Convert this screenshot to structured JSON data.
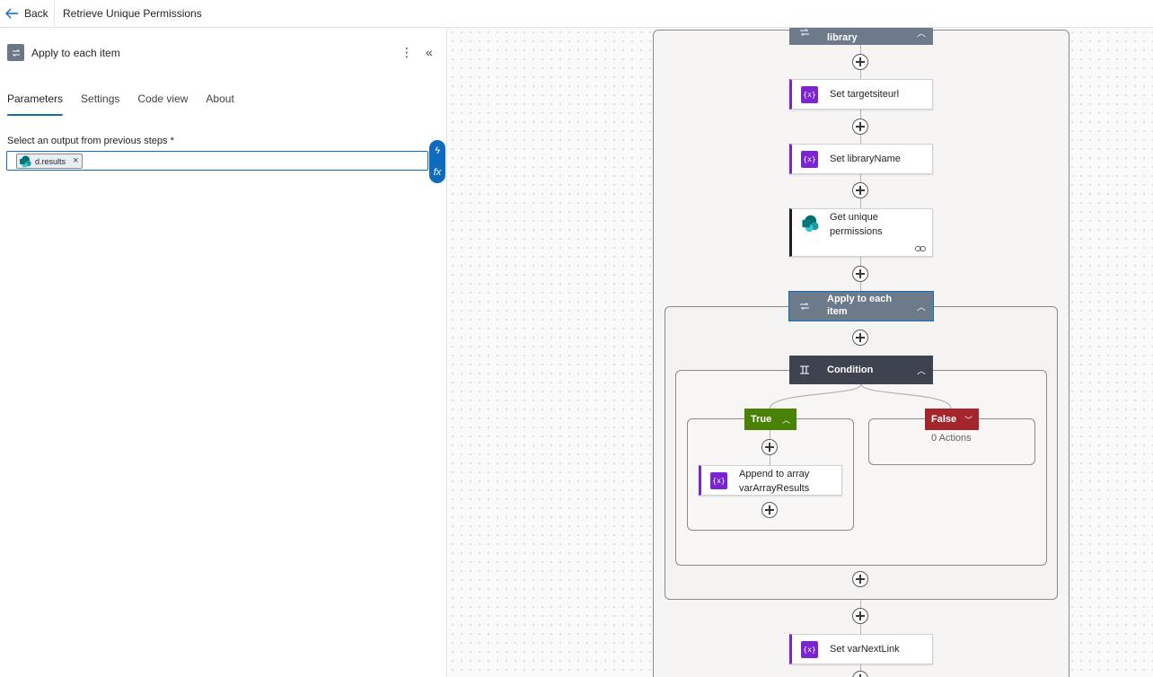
{
  "header": {
    "back_label": "Back",
    "flow_title": "Retrieve Unique Permissions"
  },
  "panel": {
    "title": "Apply to each item",
    "tabs": [
      {
        "label": "Parameters",
        "active": true
      },
      {
        "label": "Settings",
        "active": false
      },
      {
        "label": "Code view",
        "active": false
      },
      {
        "label": "About",
        "active": false
      }
    ],
    "field_label": "Select an output from previous steps *",
    "token_label": "d.results"
  },
  "canvas": {
    "top_scope_header": "library",
    "steps": {
      "set_targetsiteurl": "Set targetsiteurl",
      "set_library_name": "Set libraryName",
      "get_unique_permissions": "Get unique permissions",
      "apply_to_each_item": "Apply to each item",
      "condition": "Condition",
      "append_to_array": "Append to array varArrayResults",
      "set_var_next_link": "Set varNextLink"
    },
    "branches": {
      "true_label": "True",
      "false_label": "False",
      "false_empty": "0 Actions"
    }
  },
  "colors": {
    "accent": "#0f6cbd",
    "variable_action": "#7a25d1",
    "scope_header": "#6c7a89",
    "condition_header": "#3d4450",
    "true_branch": "#498205",
    "false_branch": "#a4262c"
  }
}
